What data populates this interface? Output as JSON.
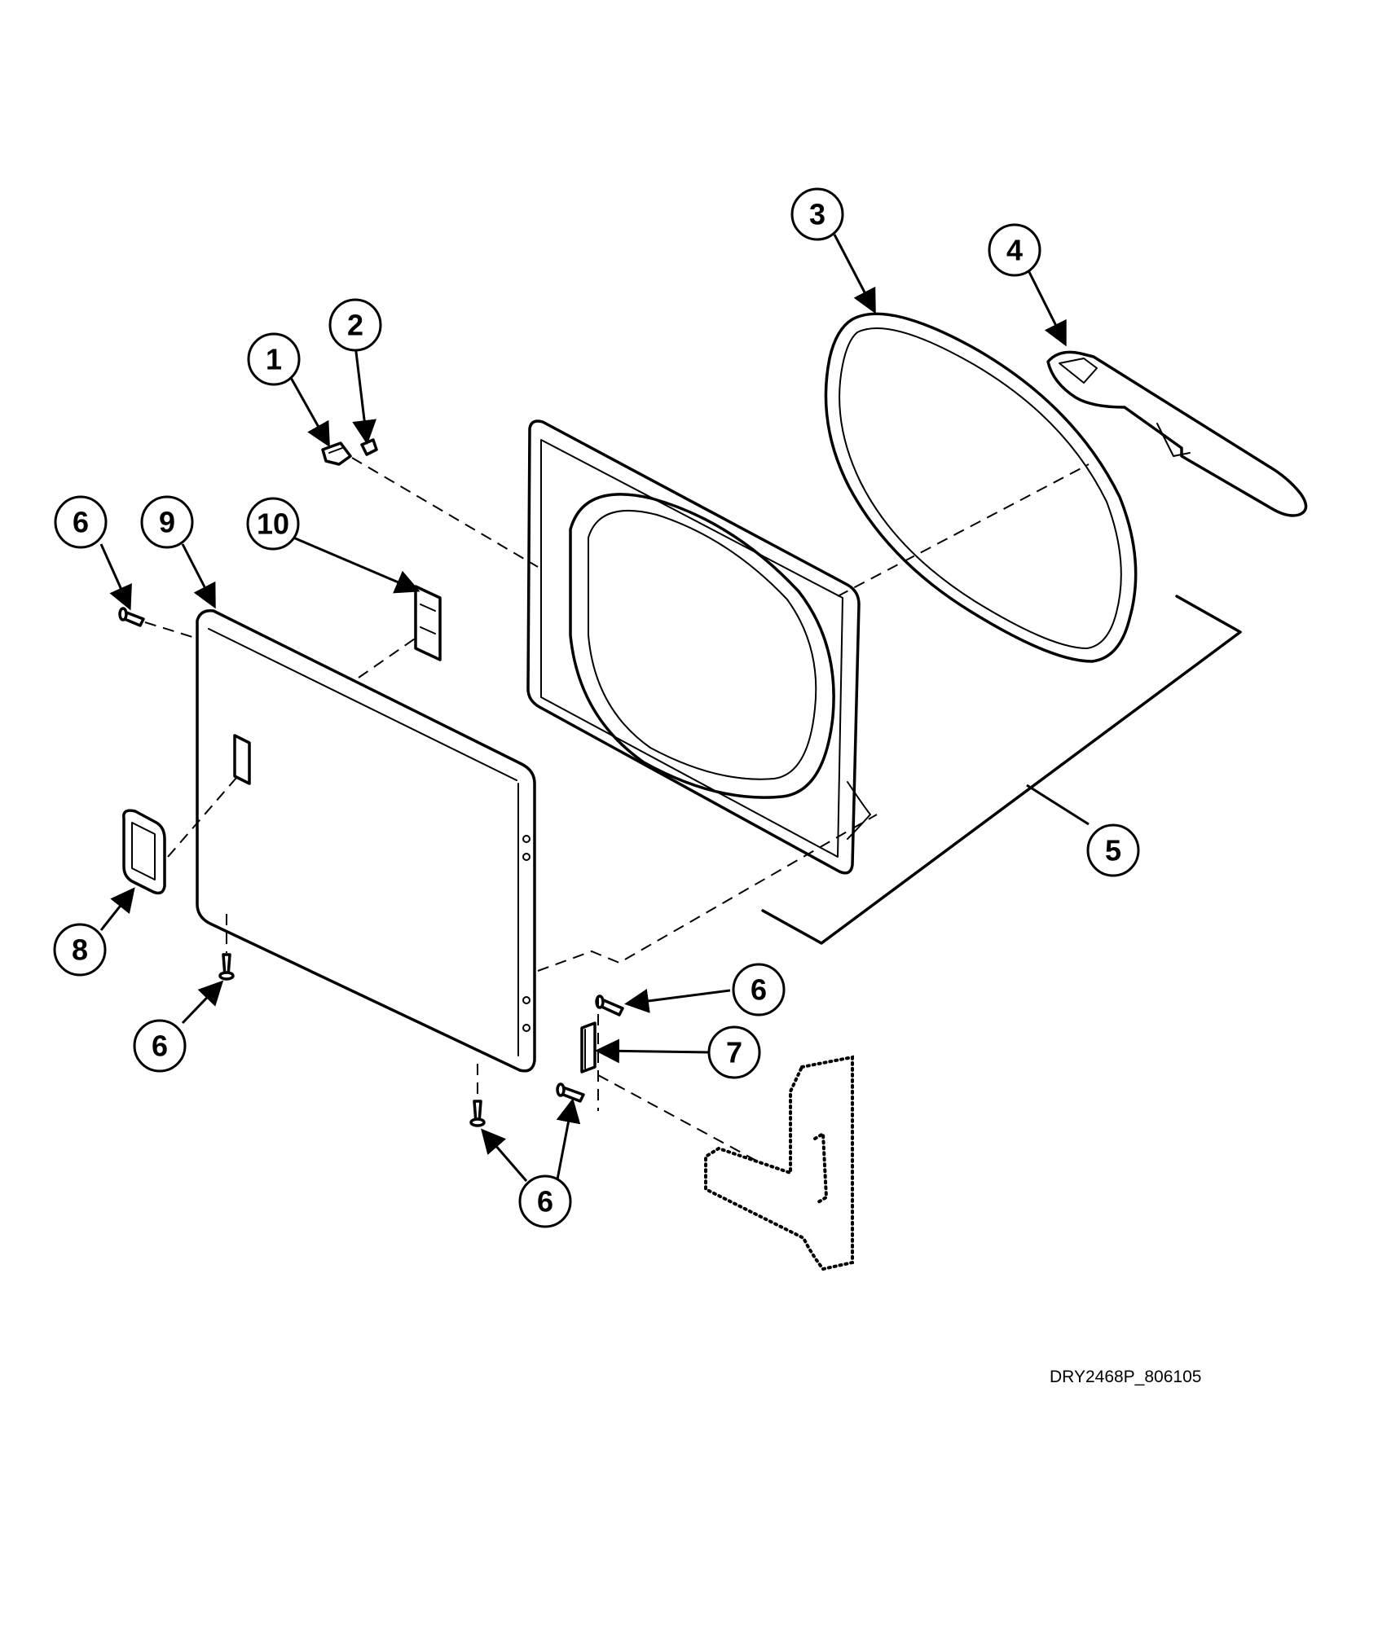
{
  "diagram": {
    "drawing_code": "DRY2468P_806105",
    "callouts": [
      "1",
      "2",
      "3",
      "4",
      "5",
      "6",
      "6",
      "6",
      "6",
      "6",
      "7",
      "8",
      "9",
      "10"
    ]
  },
  "colors": {
    "ink": "#000000",
    "paper": "#ffffff"
  }
}
